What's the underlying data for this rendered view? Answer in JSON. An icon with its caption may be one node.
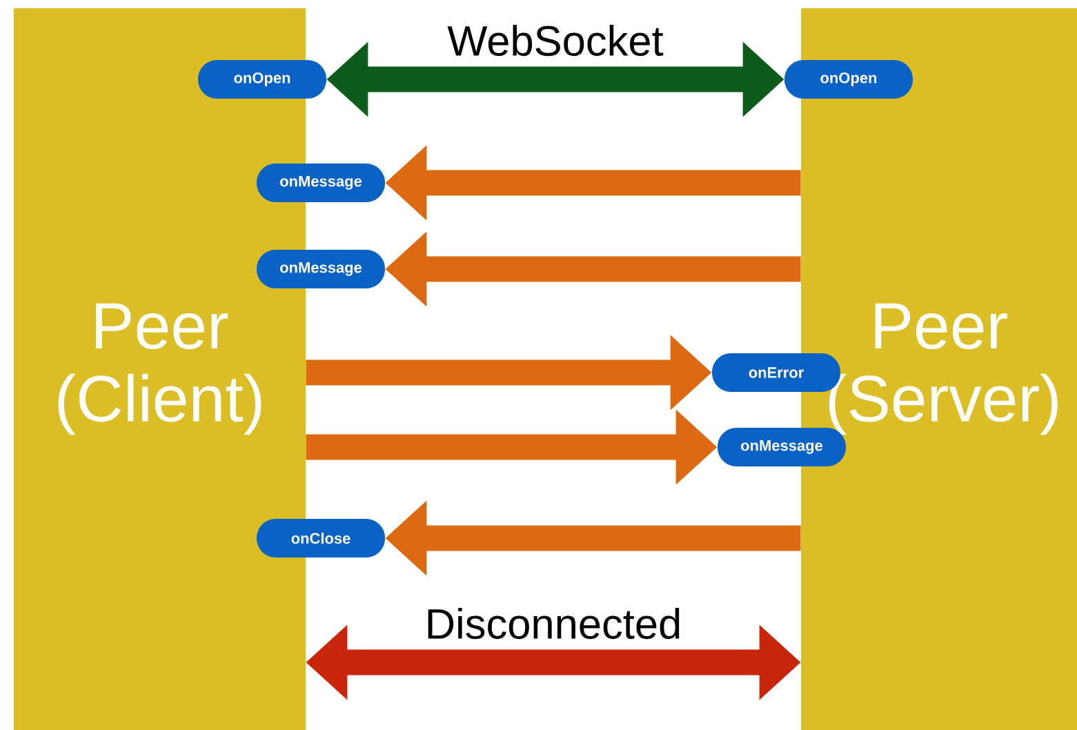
{
  "diagram": {
    "nodes": [
      {
        "text": [
          "Peer (Client)"
        ]
      },
      {
        "text": [
          "Peer (Server)"
        ]
      },
      {
        "text": [
          "onOpen"
        ]
      },
      {
        "text": [
          "onOpen"
        ]
      },
      {
        "text": [
          "onMessage"
        ]
      },
      {
        "text": [
          "onMessage"
        ]
      },
      {
        "text": [
          "onError"
        ]
      },
      {
        "text": [
          "onMessage"
        ]
      },
      {
        "text": [
          "onClose"
        ]
      }
    ],
    "edges": [
      {
        "from": 2,
        "to": 3,
        "arrow": "both",
        "label": "WebSocket",
        "color": "#0e5c1c"
      },
      {
        "from": 1,
        "to": 4,
        "arrow": "to"
      },
      {
        "from": 1,
        "to": 5,
        "arrow": "to"
      },
      {
        "from": 0,
        "to": 6,
        "arrow": "to"
      },
      {
        "from": 0,
        "to": 7,
        "arrow": "to"
      },
      {
        "from": 1,
        "to": 8,
        "arrow": "to"
      },
      {
        "from": 0,
        "to": 1,
        "arrow": "both",
        "label": "Disconnected",
        "color": "#c8250a"
      }
    ]
  }
}
